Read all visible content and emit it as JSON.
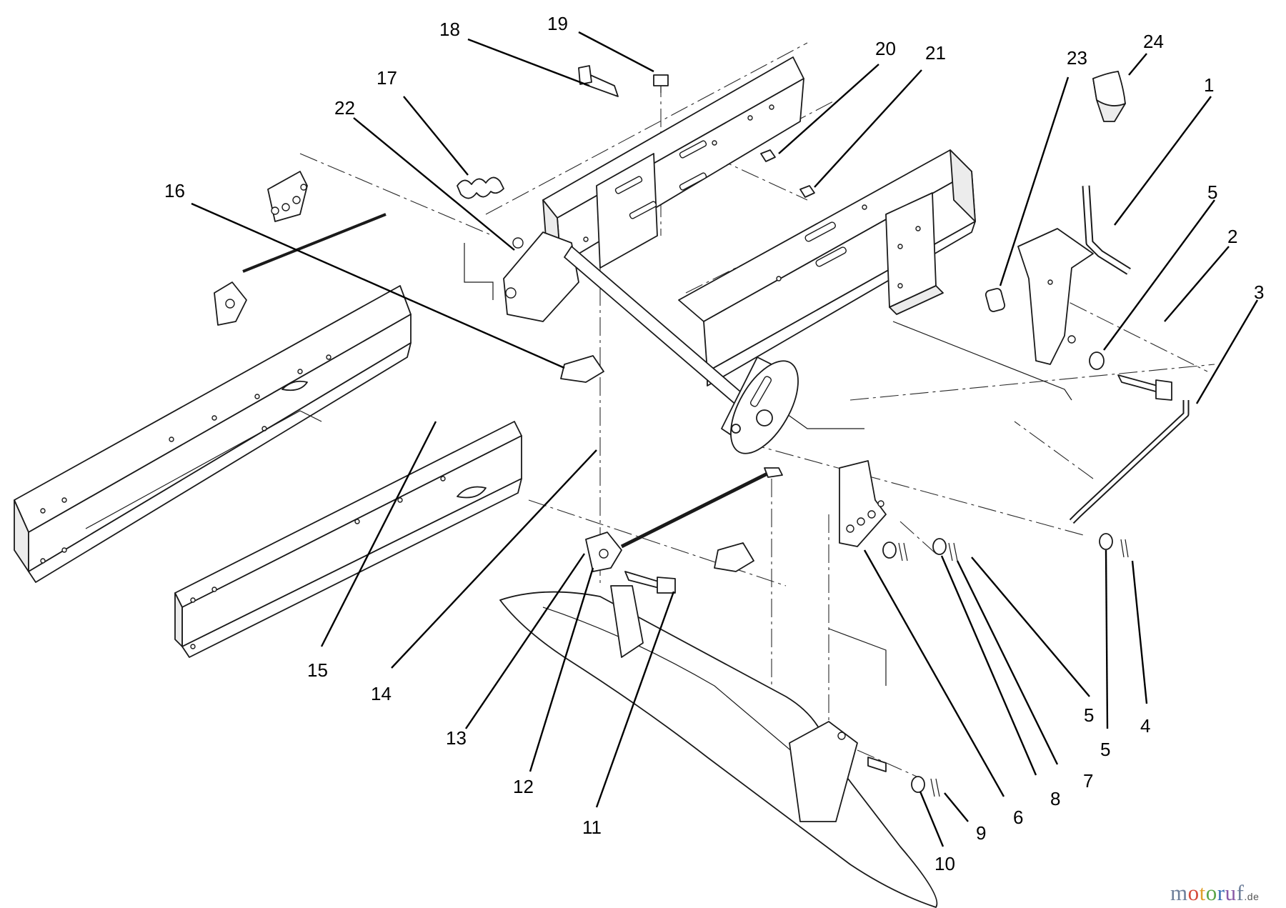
{
  "callouts": [
    {
      "id": "1",
      "label": "1"
    },
    {
      "id": "2",
      "label": "2"
    },
    {
      "id": "3",
      "label": "3"
    },
    {
      "id": "4",
      "label": "4"
    },
    {
      "id": "5a",
      "label": "5"
    },
    {
      "id": "5b",
      "label": "5"
    },
    {
      "id": "5c",
      "label": "5"
    },
    {
      "id": "6",
      "label": "6"
    },
    {
      "id": "7",
      "label": "7"
    },
    {
      "id": "8",
      "label": "8"
    },
    {
      "id": "9",
      "label": "9"
    },
    {
      "id": "10",
      "label": "10"
    },
    {
      "id": "11",
      "label": "11"
    },
    {
      "id": "12",
      "label": "12"
    },
    {
      "id": "13",
      "label": "13"
    },
    {
      "id": "14",
      "label": "14"
    },
    {
      "id": "15",
      "label": "15"
    },
    {
      "id": "16",
      "label": "16"
    },
    {
      "id": "17",
      "label": "17"
    },
    {
      "id": "18",
      "label": "18"
    },
    {
      "id": "19",
      "label": "19"
    },
    {
      "id": "20",
      "label": "20"
    },
    {
      "id": "21",
      "label": "21"
    },
    {
      "id": "22",
      "label": "22"
    },
    {
      "id": "23",
      "label": "23"
    },
    {
      "id": "24",
      "label": "24"
    }
  ],
  "watermark": {
    "text": "motoruf",
    "tld": ".de",
    "colors": [
      "#6e7f9a",
      "#d64b3a",
      "#e1a02b",
      "#5aa548",
      "#3b6fb5",
      "#8a5aa8"
    ]
  }
}
